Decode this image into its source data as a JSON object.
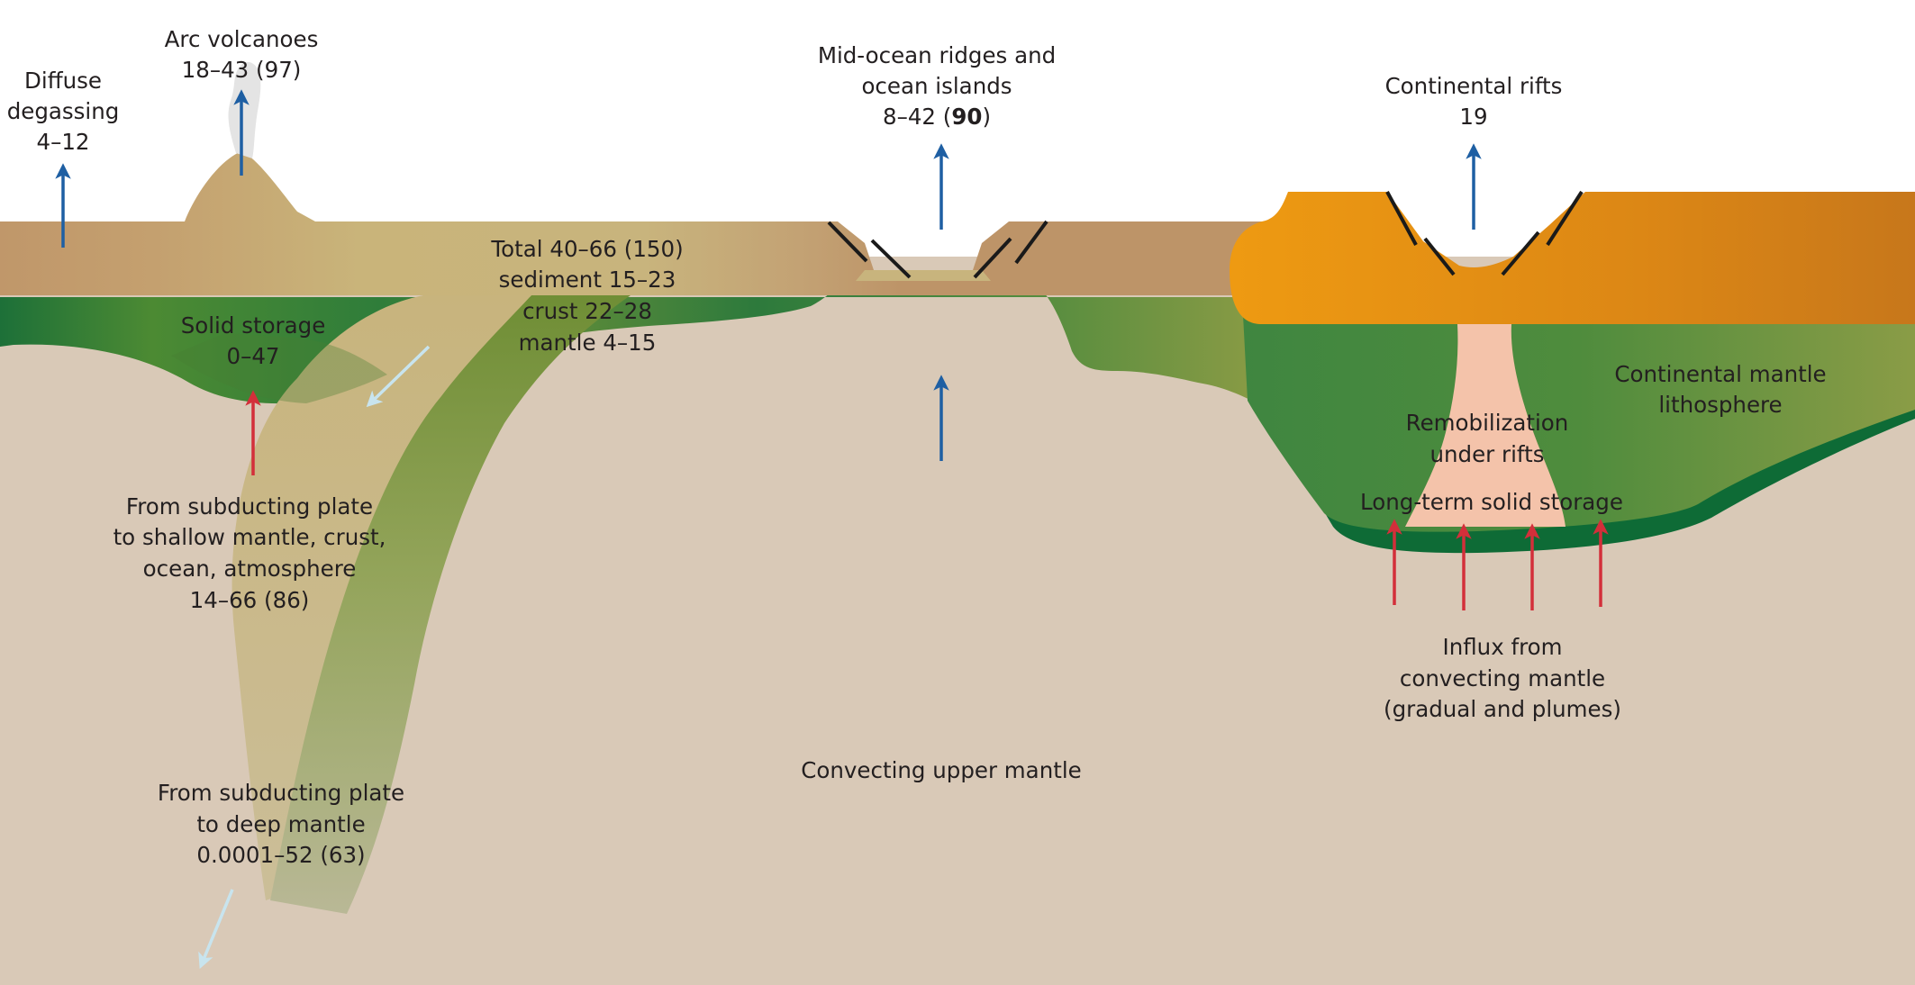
{
  "colors": {
    "background": "#ffffff",
    "mantle": "#d9c9b7",
    "crust": "#c0976a",
    "slab": "#c8b47d",
    "lithosphere_dark": "#176a35",
    "lithosphere_mid": "#4a8a3a",
    "lithosphere_light": "#8a9a45",
    "continent_left": "#e89a1a",
    "continent_right": "#cc7a18",
    "plume": "#f4c3aa",
    "arrow_blue": "#1e5fa3",
    "arrow_red": "#d32f3a",
    "arrow_light": "#c8e4ee",
    "fault": "#1a1a1a",
    "smoke": "#e6e6e6"
  },
  "labels": {
    "diffuse_l1": "Diffuse",
    "diffuse_l2": "degassing",
    "diffuse_l3": "4–12",
    "arc_l1": "Arc volcanoes",
    "arc_l2": "18–43 (97)",
    "mor_l1": "Mid-ocean ridges and",
    "mor_l2": "ocean islands",
    "mor_l3_pre": "8–42 (",
    "mor_l3_bold": "90",
    "mor_l3_post": ")",
    "rifts_l1": "Continental rifts",
    "rifts_l2": "19",
    "total_l1": "Total 40–66 (150)",
    "total_l2": "sediment 15–23",
    "total_l3": "crust 22–28",
    "total_l4": "mantle 4–15",
    "solid_l1": "Solid storage",
    "solid_l2": "0–47",
    "shallow_l1": "From subducting plate",
    "shallow_l2": "to shallow mantle, crust,",
    "shallow_l3": "ocean, atmosphere",
    "shallow_l4": "14–66 (86)",
    "deep_l1": "From subducting plate",
    "deep_l2": "to deep mantle",
    "deep_l3": "0.0001–52 (63)",
    "convecting": "Convecting upper mantle",
    "cml_l1": "Continental mantle",
    "cml_l2": "lithosphere",
    "remob_l1": "Remobilization",
    "remob_l2": "under rifts",
    "longterm": "Long-term solid storage",
    "influx_l1": "Influx from",
    "influx_l2": "convecting mantle",
    "influx_l3": "(gradual and plumes)"
  }
}
